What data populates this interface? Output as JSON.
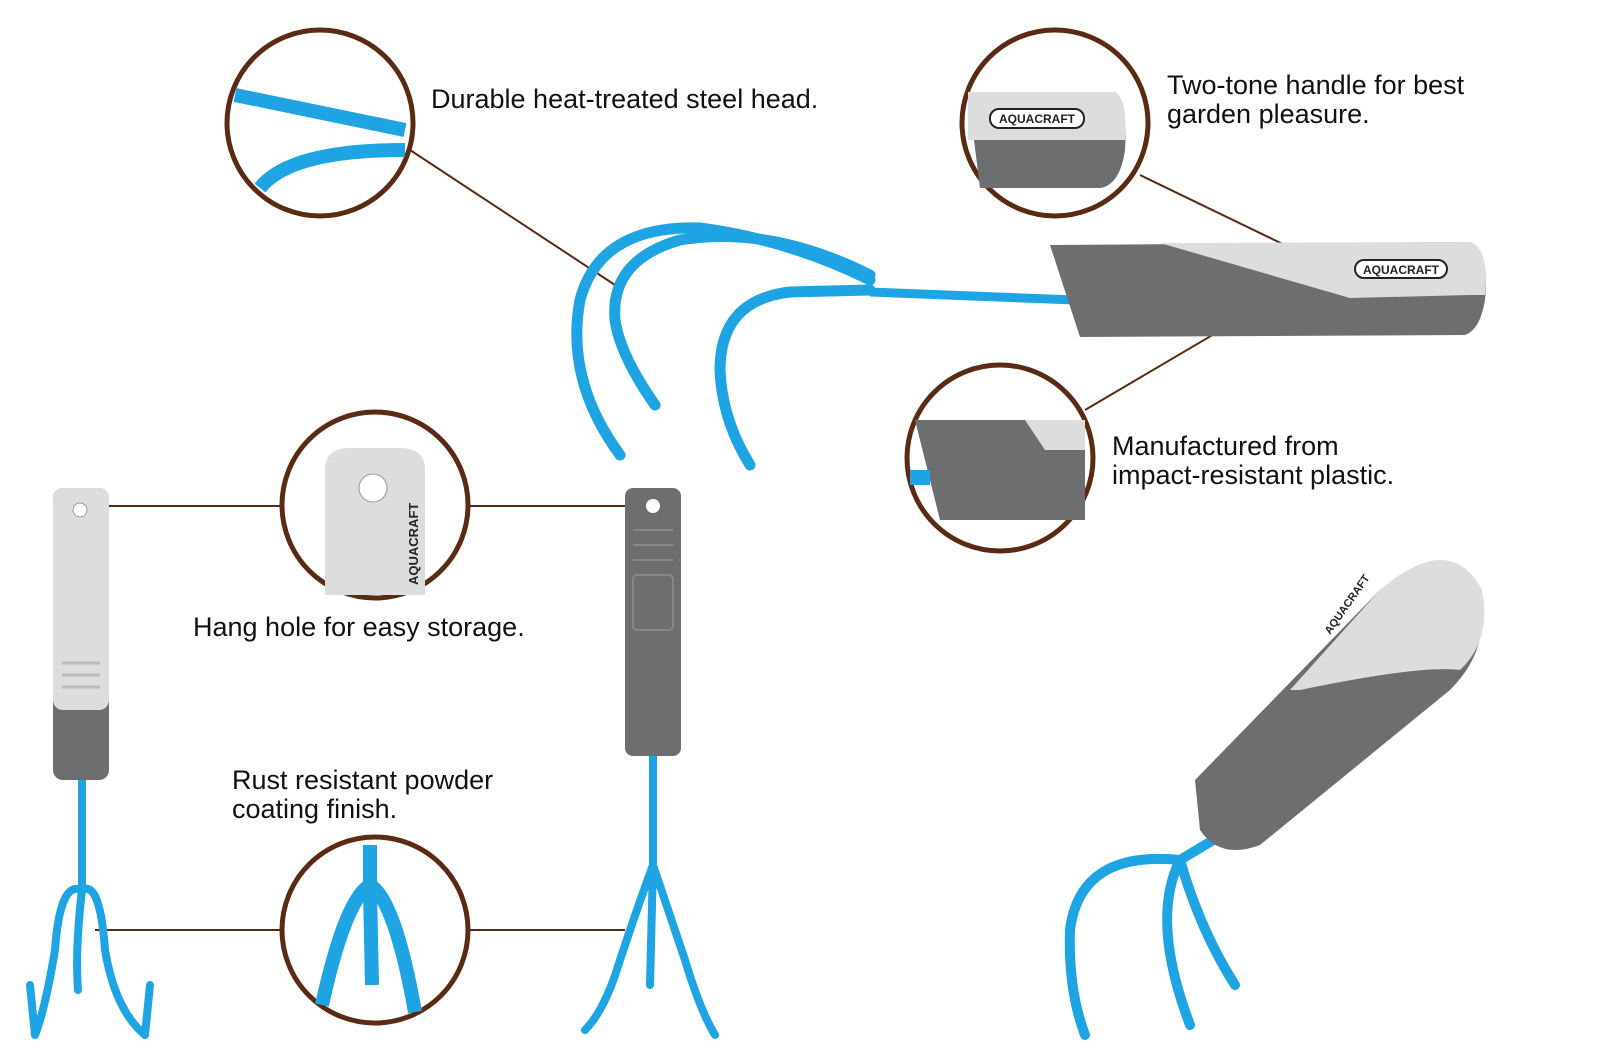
{
  "callouts": {
    "steel_head": "Durable heat-treated steel head.",
    "handle_line1": "Two-tone handle for best",
    "handle_line2": "garden pleasure.",
    "plastic_line1": "Manufactured from",
    "plastic_line2": "impact-resistant plastic.",
    "hang_hole": "Hang hole for easy storage.",
    "coating_line1": "Rust resistant powder",
    "coating_line2": "coating finish."
  },
  "brand": "AQUACRAFT",
  "colors": {
    "tine_blue": "#1ea3e3",
    "ring_brown": "#5b2a12",
    "grip_dark": "#6d6e70",
    "grip_light": "#dcdddd"
  }
}
